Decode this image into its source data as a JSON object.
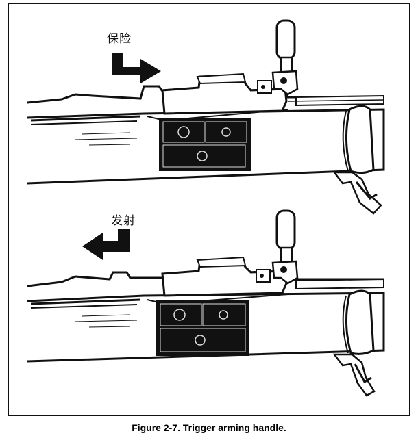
{
  "figure": {
    "caption": "Figure 2-7.  Trigger arming handle."
  },
  "panels": [
    {
      "label": "保险",
      "arrow_direction": "right",
      "arrow_icon": "arrow-right-icon"
    },
    {
      "label": "发射",
      "arrow_direction": "left",
      "arrow_icon": "arrow-left-icon"
    }
  ],
  "colors": {
    "ink": "#111111",
    "paper": "#ffffff"
  }
}
